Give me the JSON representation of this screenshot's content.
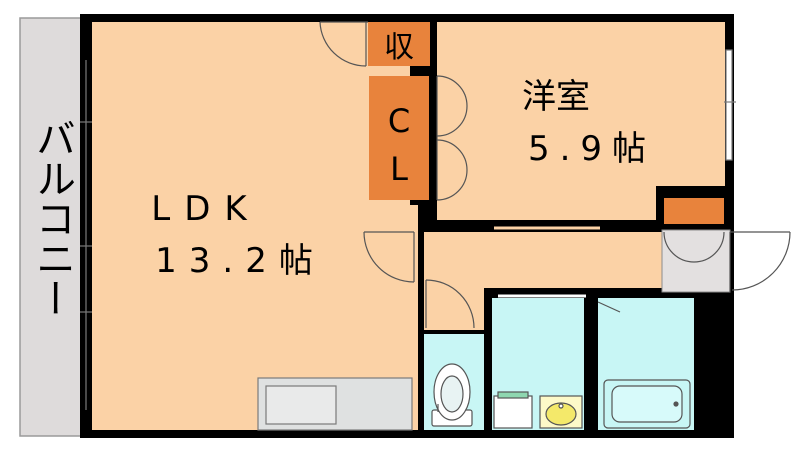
{
  "rooms": {
    "balcony": {
      "label": "バルコニー"
    },
    "ldk": {
      "label": "LDK",
      "size": "13.2帖"
    },
    "western": {
      "label": "洋室",
      "size": "5.9帖"
    },
    "storage": {
      "label": "収"
    },
    "closet": {
      "label_top": "C",
      "label_bottom": "L"
    }
  },
  "colors": {
    "room": "#fbd2a6",
    "storage": "#e8833c",
    "wet_area": "#c8f6f5",
    "balcony": "#dedbdb",
    "wall": "#000000"
  }
}
